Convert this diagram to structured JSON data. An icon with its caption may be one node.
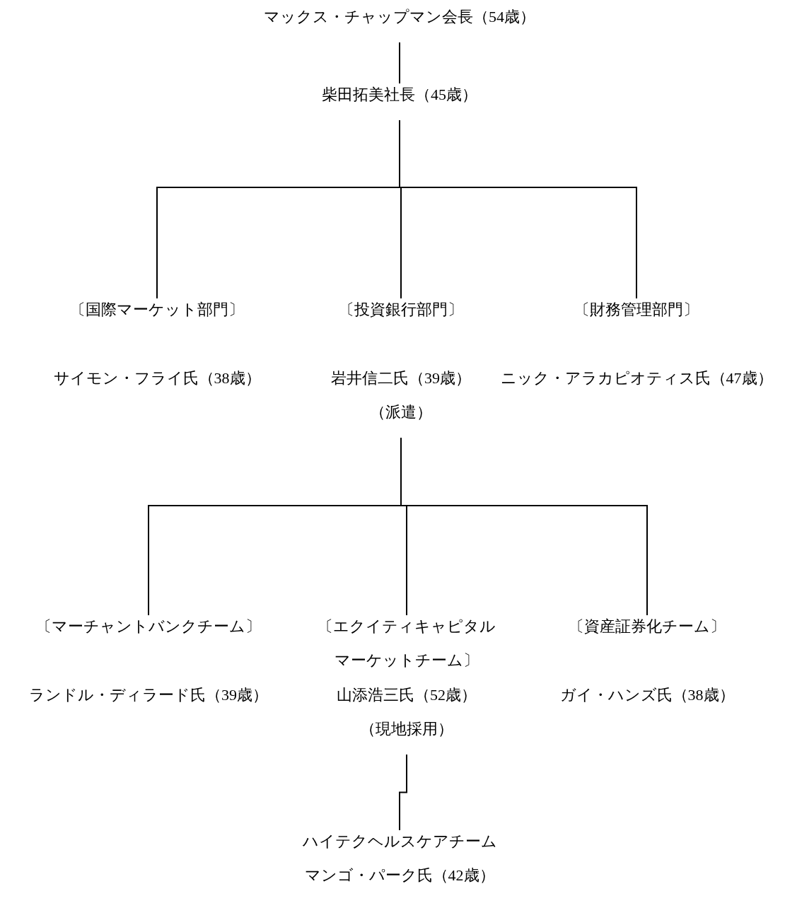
{
  "diagram": {
    "nodes": [
      {
        "text": [
          "マックス・チャップマン会長（54歳）"
        ]
      },
      {
        "text": [
          "柴田拓美社長（45歳）"
        ]
      },
      {
        "text": [
          "〔国際マーケット部門〕",
          "サイモン・フライ氏（38歳）"
        ]
      },
      {
        "text": [
          "〔投資銀行部門〕",
          "岩井信二氏（39歳）",
          "（派遣）"
        ]
      },
      {
        "text": [
          "〔財務管理部門〕",
          "ニック・アラカピオティス氏（47歳）"
        ]
      },
      {
        "text": [
          "〔マーチャントバンクチーム〕",
          "ランドル・ディラード氏（39歳）"
        ]
      },
      {
        "text": [
          "〔エクイティキャピタルマーケットチーム〕",
          "山添浩三氏（52歳）",
          "（現地採用）"
        ]
      },
      {
        "text": [
          "〔資産証券化チーム〕",
          "ガイ・ハンズ氏（38歳）"
        ]
      },
      {
        "text": [
          "ハイテクヘルスケアチーム",
          "マンゴ・パーク氏（42歳）"
        ]
      }
    ],
    "edges": [
      {
        "from": 0,
        "to": 1,
        "arrow": "none"
      },
      {
        "from": 1,
        "to": 2,
        "arrow": "none"
      },
      {
        "from": 1,
        "to": 3,
        "arrow": "none"
      },
      {
        "from": 1,
        "to": 4,
        "arrow": "none"
      },
      {
        "from": 3,
        "to": 5,
        "arrow": "none"
      },
      {
        "from": 3,
        "to": 6,
        "arrow": "none"
      },
      {
        "from": 3,
        "to": 7,
        "arrow": "none"
      },
      {
        "from": 6,
        "to": 8,
        "arrow": "none"
      }
    ]
  }
}
